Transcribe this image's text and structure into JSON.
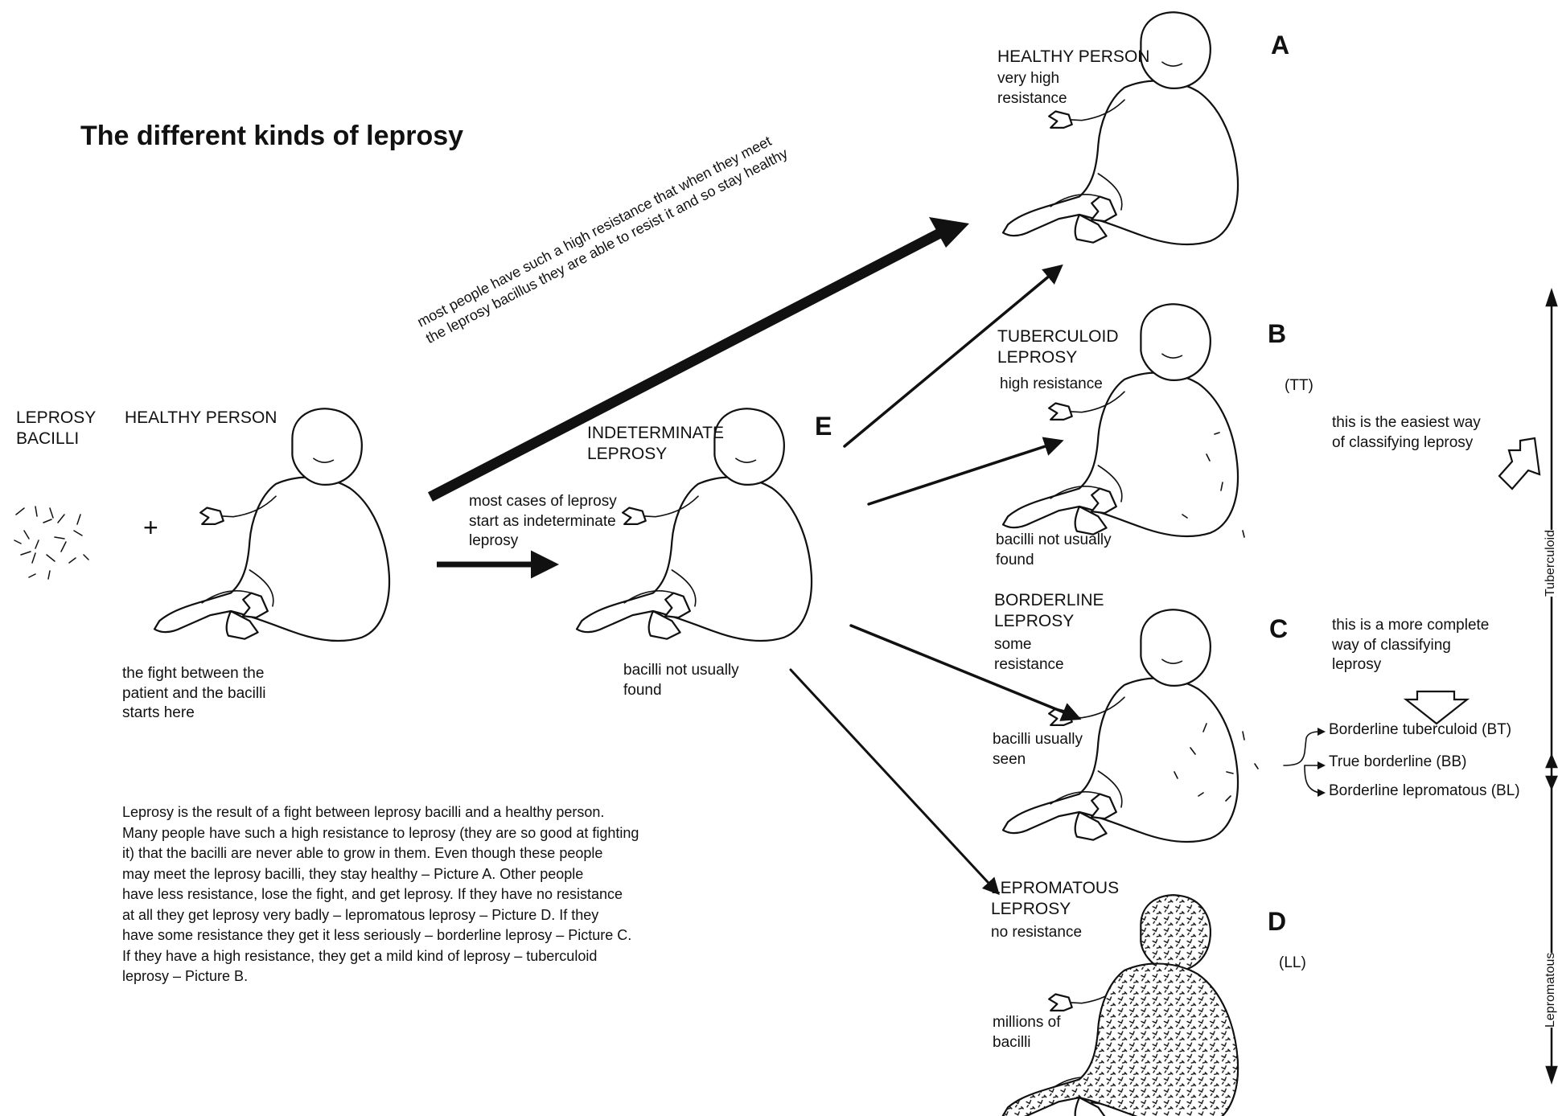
{
  "title": "The different kinds of leprosy",
  "labels": {
    "bacilli": "LEPROSY\nBACILLI",
    "healthy_start": "HEALTHY PERSON",
    "plus": "+",
    "fight_caption": "the fight between the\npatient and the bacilli\nstarts here",
    "arrow_to_indeterminate": "most cases of leprosy\nstart as indeterminate\nleprosy",
    "big_arrow_line1": "most people have such a high resistance that when they meet",
    "big_arrow_line2": "the leprosy bacillus they are able to resist it and so stay healthy",
    "indeterminate": "INDETERMINATE\nLEPROSY",
    "indeterminate_caption": "bacilli not usually\nfound"
  },
  "outcomes": [
    {
      "letter": "A",
      "title": "HEALTHY PERSON",
      "sub": "very high\nresistance"
    },
    {
      "letter": "B",
      "title": "TUBERCULOID\nLEPROSY",
      "sub": "high resistance",
      "code": "(TT)",
      "bottom": "bacilli not usually\nfound"
    },
    {
      "letter": "C",
      "title": "BORDERLINE\nLEPROSY",
      "sub": "some\nresistance",
      "bottom": "bacilli usually\nseen"
    },
    {
      "letter": "D",
      "title": "LEPROMATOUS\nLEPROSY",
      "sub": "no resistance",
      "code": "(LL)",
      "bottom": "millions of\nbacilli"
    }
  ],
  "letter_e": "E",
  "classification": {
    "easiest": "this is the easiest way\nof classifying leprosy",
    "complete": "this is a more complete\nway of classifying\nleprosy",
    "subtypes": [
      "Borderline tuberculoid (BT)",
      "True borderline (BB)",
      "Borderline lepromatous (BL)"
    ]
  },
  "spectrum": {
    "top": "Tuberculoid",
    "bottom": "Lepromatous"
  },
  "paragraph": [
    "Leprosy is the result of a fight between leprosy bacilli and a healthy person.",
    "Many people have such a high resistance to leprosy (they are so good at fighting",
    "it) that the bacilli are never able to grow in them.  Even though these people",
    "may meet the leprosy bacilli, they stay healthy – Picture A.  Other people",
    "have less resistance, lose the fight, and get leprosy.  If they have no resistance",
    "at all they get leprosy very badly – lepromatous leprosy – Picture D.  If they",
    "have some resistance they get it less seriously – borderline leprosy – Picture C.",
    "If they have a high resistance, they get a mild kind of leprosy – tuberculoid",
    "leprosy – Picture B."
  ]
}
